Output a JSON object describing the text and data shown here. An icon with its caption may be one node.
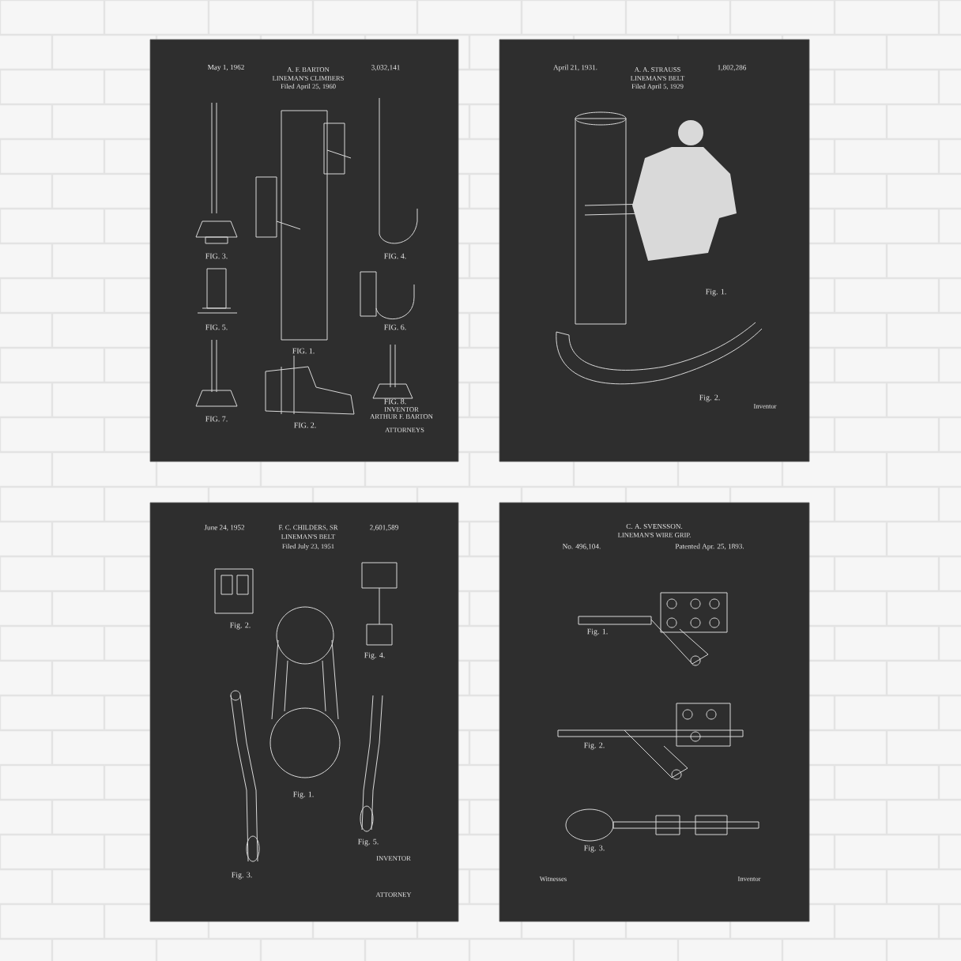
{
  "diagram": {
    "nodes": [
      {
        "text": [
          "May 1, 1962",
          "A. F. BARTON",
          "LINEMAN'S CLIMBERS",
          "Filed April 25, 1960",
          "3,032,141",
          "FIG. 3.",
          "FIG. 4.",
          "FIG. 5.",
          "FIG. 1.",
          "FIG. 6.",
          "FIG. 7.",
          "FIG. 2.",
          "FIG. 8.",
          "INVENTOR",
          "ARTHUR F. BARTON",
          "ATTORNEYS"
        ]
      },
      {
        "text": [
          "April 21, 1931.",
          "A. A. STRAUSS",
          "LINEMAN'S BELT",
          "Filed April 5, 1929",
          "1,802,286",
          "Fig. 1.",
          "Fig. 2.",
          "Inventor"
        ]
      },
      {
        "text": [
          "June 24, 1952",
          "F. C. CHILDERS, SR",
          "LINEMAN'S BELT",
          "Filed July 23, 1951",
          "2,601,589",
          "Fig. 2.",
          "Fig. 4.",
          "Fig. 1.",
          "Fig. 3.",
          "Fig. 5.",
          "INVENTOR",
          "ATTORNEY"
        ]
      },
      {
        "text": [
          "C. A. SVENSSON.",
          "LINEMAN'S WIRE GRIP.",
          "No. 496,104.",
          "Patented Apr. 25, 1893.",
          "Fig. 1.",
          "Fig. 2.",
          "Fig. 3.",
          "Witnesses",
          "Inventor"
        ]
      }
    ]
  }
}
